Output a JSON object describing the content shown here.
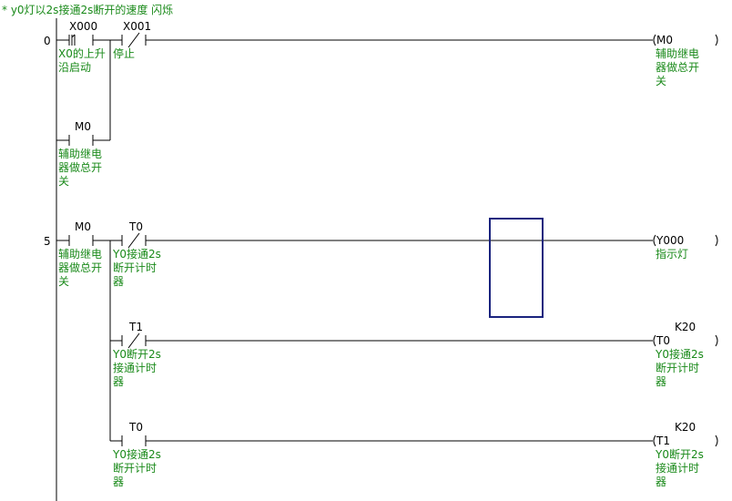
{
  "program_comment": "* y0灯以2s接通2s断开的速度 闪烁",
  "steps": {
    "s0": "0",
    "s5": "5"
  },
  "contacts": {
    "x000": {
      "addr": "X000",
      "c1": "X0的上升",
      "c2": "沿启动",
      "type": "rising-edge"
    },
    "x001": {
      "addr": "X001",
      "c1": "停止",
      "type": "normally-closed"
    },
    "m0a": {
      "addr": "M0",
      "c1": "辅助继电",
      "c2": "器做总开",
      "c3": "关",
      "type": "normally-open"
    },
    "m0b": {
      "addr": "M0",
      "c1": "辅助继电",
      "c2": "器做总开",
      "c3": "关",
      "type": "normally-open"
    },
    "t0nc": {
      "addr": "T0",
      "c1": "Y0接通2s",
      "c2": "断开计时",
      "c3": "器",
      "type": "normally-closed"
    },
    "t1nc": {
      "addr": "T1",
      "c1": "Y0断开2s",
      "c2": "接通计时",
      "c3": "器",
      "type": "normally-closed"
    },
    "t0no": {
      "addr": "T0",
      "c1": "Y0接通2s",
      "c2": "断开计时",
      "c3": "器",
      "type": "normally-open"
    }
  },
  "coils": {
    "m0": {
      "addr": "M0",
      "c1": "辅助继电",
      "c2": "器做总开",
      "c3": "关"
    },
    "y000": {
      "addr": "Y000",
      "c1": "指示灯"
    },
    "t0": {
      "addr": "T0",
      "k": "K20",
      "c1": "Y0接通2s",
      "c2": "断开计时",
      "c3": "器"
    },
    "t1": {
      "addr": "T1",
      "k": "K20",
      "c1": "Y0断开2s",
      "c2": "接通计时",
      "c3": "器"
    }
  },
  "colors": {
    "comment": "#1a8a1a",
    "wire": "#000000",
    "cursor": "#1a237e",
    "background": "#ffffff"
  }
}
